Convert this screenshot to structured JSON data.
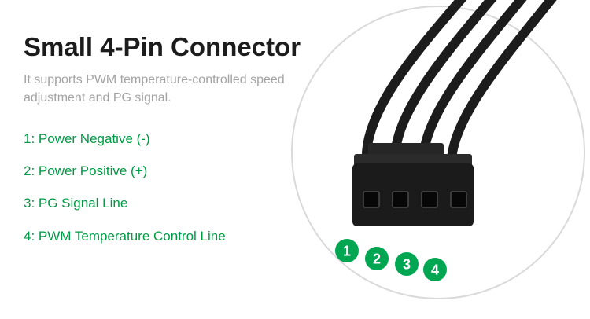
{
  "header": {
    "title": "Small 4-Pin Connector",
    "subtitle": "It supports PWM temperature-controlled speed adjustment and PG signal."
  },
  "pin_list": {
    "items": [
      "1: Power Negative (-)",
      "2: Power Positive (+)",
      "3: PG Signal Line",
      "4: PWM Temperature Control Line"
    ]
  },
  "diagram": {
    "badges": [
      "1",
      "2",
      "3",
      "4"
    ],
    "colors": {
      "accent_green": "#00A651",
      "subtitle_gray": "#A3A3A3",
      "title_black": "#1C1C1C",
      "connector_black": "#1B1B1B",
      "circle_border": "#D9D9D9"
    }
  }
}
